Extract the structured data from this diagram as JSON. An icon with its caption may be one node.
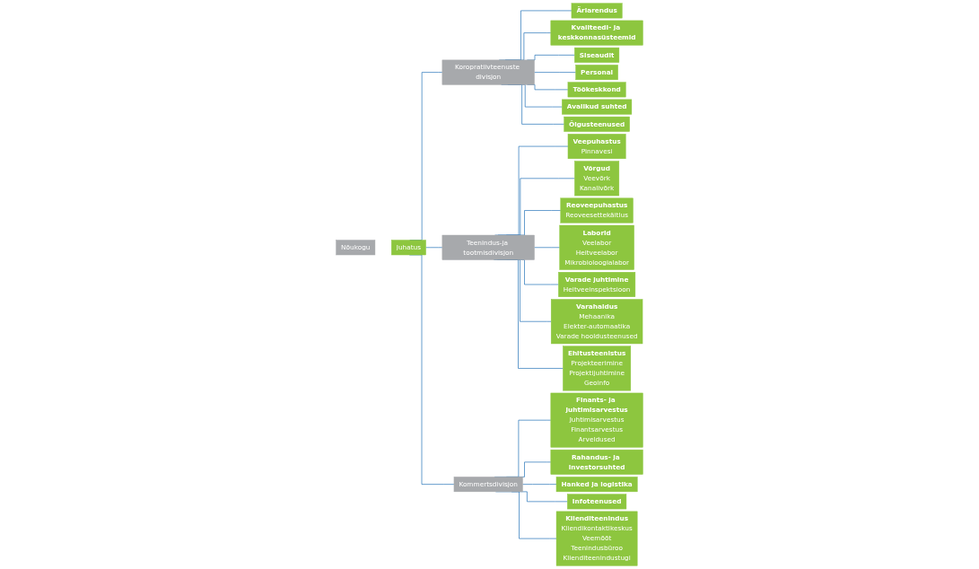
{
  "diagram": {
    "nodes": [
      {
        "text": [
          "Nõukogu"
        ]
      },
      {
        "text": [
          "Juhatus"
        ]
      },
      {
        "text": [
          "Koropratiivteenuste divisjon"
        ]
      },
      {
        "text": [
          "Teenindus-ja tootmisdivisjon"
        ]
      },
      {
        "text": [
          "Kommertsdivisjon"
        ]
      },
      {
        "text": [
          "Äriarendus"
        ]
      },
      {
        "text": [
          "Kvaliteedi- ja keskkonnasüsteemid"
        ]
      },
      {
        "text": [
          "Siseaudit"
        ]
      },
      {
        "text": [
          "Personal"
        ]
      },
      {
        "text": [
          "Töökeskkond"
        ]
      },
      {
        "text": [
          "Avalikud suhted"
        ]
      },
      {
        "text": [
          "Õigusteenused"
        ]
      },
      {
        "text": [
          "Veepuhastus",
          "Pinnavesi"
        ]
      },
      {
        "text": [
          "Võrgud",
          "Veevõrk",
          "Kanalivõrk"
        ]
      },
      {
        "text": [
          "Reoveepuhastus",
          "Reoveesettekäitlus"
        ]
      },
      {
        "text": [
          "Laborid",
          "Veelabor",
          "Heitveelabor",
          "Mikrobioloogialabor"
        ]
      },
      {
        "text": [
          "Varade juhtimine",
          "Heitveeinspektsioon"
        ]
      },
      {
        "text": [
          "Varahaldus",
          "Mehaanika",
          "Elekter-automaatika",
          "Varade hooldusteenused"
        ]
      },
      {
        "text": [
          "Ehitusteenistus",
          "Projekteerimine",
          "Projektijuhtimine",
          "Geoinfo"
        ]
      },
      {
        "text": [
          "Finants- ja juhtimisarvestus",
          "Juhtimisarvestus",
          "Finantsarvestus",
          "Arveldused"
        ]
      },
      {
        "text": [
          "Rahandus- ja investorsuhted"
        ]
      },
      {
        "text": [
          "Hanked ja logistika"
        ]
      },
      {
        "text": [
          "Infoteenused"
        ]
      },
      {
        "text": [
          "Klienditeenindus",
          "Kliendikontaktikeskus",
          "Veemõõt",
          "Teenindusbüroo",
          "Klienditeenindustugi"
        ]
      }
    ],
    "edges": [
      {
        "from": 1,
        "to": 2,
        "arrow": "none"
      },
      {
        "from": 1,
        "to": 3,
        "arrow": "none"
      },
      {
        "from": 1,
        "to": 4,
        "arrow": "none"
      },
      {
        "from": 2,
        "to": 5,
        "arrow": "none"
      },
      {
        "from": 2,
        "to": 6,
        "arrow": "none"
      },
      {
        "from": 2,
        "to": 7,
        "arrow": "none"
      },
      {
        "from": 2,
        "to": 8,
        "arrow": "none"
      },
      {
        "from": 2,
        "to": 9,
        "arrow": "none"
      },
      {
        "from": 2,
        "to": 10,
        "arrow": "none"
      },
      {
        "from": 2,
        "to": 11,
        "arrow": "none"
      },
      {
        "from": 3,
        "to": 12,
        "arrow": "none"
      },
      {
        "from": 3,
        "to": 13,
        "arrow": "none"
      },
      {
        "from": 3,
        "to": 14,
        "arrow": "none"
      },
      {
        "from": 3,
        "to": 15,
        "arrow": "none"
      },
      {
        "from": 3,
        "to": 16,
        "arrow": "none"
      },
      {
        "from": 3,
        "to": 17,
        "arrow": "none"
      },
      {
        "from": 3,
        "to": 18,
        "arrow": "none"
      },
      {
        "from": 4,
        "to": 19,
        "arrow": "none"
      },
      {
        "from": 4,
        "to": 20,
        "arrow": "none"
      },
      {
        "from": 4,
        "to": 21,
        "arrow": "none"
      },
      {
        "from": 4,
        "to": 22,
        "arrow": "none"
      },
      {
        "from": 4,
        "to": 23,
        "arrow": "none"
      }
    ]
  }
}
